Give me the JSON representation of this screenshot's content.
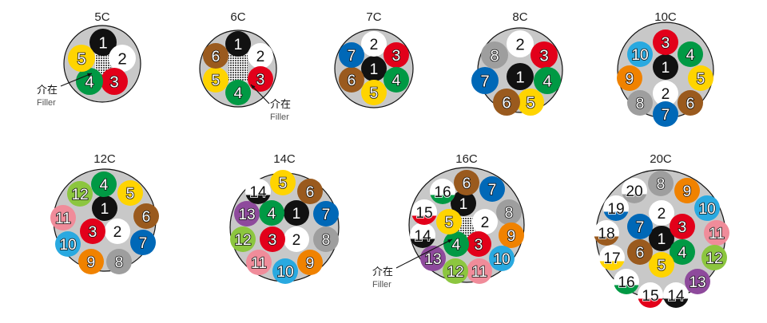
{
  "colors": {
    "sheath": "#c8c8c8",
    "outline": "#111111",
    "black": "#111111",
    "white": "#ffffff",
    "red": "#e2001a",
    "green": "#009944",
    "yellow": "#ffd400",
    "brown": "#9a5a1e",
    "blue": "#0068b7",
    "gray": "#9e9e9e",
    "orange": "#f08200",
    "lightgreen": "#8cc63f",
    "pink": "#f08c9a",
    "skyblue": "#29a9e0",
    "purple": "#8e4a9c",
    "filler": "#555555"
  },
  "filler_label": {
    "jp": "介在",
    "en": "Filler"
  },
  "cables": [
    {
      "title": "5C",
      "cores": [
        {
          "n": "1",
          "c": "black"
        },
        {
          "n": "2",
          "c": "white"
        },
        {
          "n": "3",
          "c": "red"
        },
        {
          "n": "4",
          "c": "green"
        },
        {
          "n": "5",
          "c": "yellow"
        }
      ]
    },
    {
      "title": "6C",
      "cores": [
        {
          "n": "1",
          "c": "black"
        },
        {
          "n": "2",
          "c": "white"
        },
        {
          "n": "3",
          "c": "red"
        },
        {
          "n": "4",
          "c": "green"
        },
        {
          "n": "5",
          "c": "yellow"
        },
        {
          "n": "6",
          "c": "brown"
        }
      ]
    },
    {
      "title": "7C",
      "cores": [
        {
          "n": "1",
          "c": "black"
        },
        {
          "n": "2",
          "c": "white"
        },
        {
          "n": "3",
          "c": "red"
        },
        {
          "n": "4",
          "c": "green"
        },
        {
          "n": "5",
          "c": "yellow"
        },
        {
          "n": "6",
          "c": "brown"
        },
        {
          "n": "7",
          "c": "blue"
        }
      ]
    },
    {
      "title": "8C",
      "cores": [
        {
          "n": "1",
          "c": "black"
        },
        {
          "n": "2",
          "c": "white"
        },
        {
          "n": "3",
          "c": "red"
        },
        {
          "n": "4",
          "c": "green"
        },
        {
          "n": "5",
          "c": "yellow"
        },
        {
          "n": "6",
          "c": "brown"
        },
        {
          "n": "7",
          "c": "blue"
        },
        {
          "n": "8",
          "c": "gray"
        }
      ]
    },
    {
      "title": "10C",
      "cores": [
        {
          "n": "1",
          "c": "black"
        },
        {
          "n": "2",
          "c": "white"
        },
        {
          "n": "3",
          "c": "red"
        },
        {
          "n": "4",
          "c": "green"
        },
        {
          "n": "5",
          "c": "yellow"
        },
        {
          "n": "6",
          "c": "brown"
        },
        {
          "n": "7",
          "c": "blue"
        },
        {
          "n": "8",
          "c": "gray"
        },
        {
          "n": "9",
          "c": "orange"
        },
        {
          "n": "10",
          "c": "skyblue"
        }
      ]
    },
    {
      "title": "12C",
      "cores": [
        {
          "n": "1",
          "c": "black"
        },
        {
          "n": "2",
          "c": "white"
        },
        {
          "n": "3",
          "c": "red"
        },
        {
          "n": "4",
          "c": "green"
        },
        {
          "n": "5",
          "c": "yellow"
        },
        {
          "n": "6",
          "c": "brown"
        },
        {
          "n": "7",
          "c": "blue"
        },
        {
          "n": "8",
          "c": "gray"
        },
        {
          "n": "9",
          "c": "orange"
        },
        {
          "n": "10",
          "c": "skyblue"
        },
        {
          "n": "11",
          "c": "pink"
        },
        {
          "n": "12",
          "c": "lightgreen"
        }
      ]
    },
    {
      "title": "14C",
      "cores": [
        {
          "n": "1",
          "c": "black"
        },
        {
          "n": "2",
          "c": "white"
        },
        {
          "n": "3",
          "c": "red"
        },
        {
          "n": "4",
          "c": "green"
        },
        {
          "n": "5",
          "c": "yellow"
        },
        {
          "n": "6",
          "c": "brown"
        },
        {
          "n": "7",
          "c": "blue"
        },
        {
          "n": "8",
          "c": "gray"
        },
        {
          "n": "9",
          "c": "orange"
        },
        {
          "n": "10",
          "c": "skyblue"
        },
        {
          "n": "11",
          "c": "pink"
        },
        {
          "n": "12",
          "c": "lightgreen"
        },
        {
          "n": "13",
          "c": "purple"
        },
        {
          "n": "14",
          "c": "white-black"
        }
      ]
    },
    {
      "title": "16C",
      "cores": [
        {
          "n": "1",
          "c": "black"
        },
        {
          "n": "2",
          "c": "white"
        },
        {
          "n": "3",
          "c": "red"
        },
        {
          "n": "4",
          "c": "green"
        },
        {
          "n": "5",
          "c": "yellow"
        },
        {
          "n": "6",
          "c": "brown"
        },
        {
          "n": "7",
          "c": "blue"
        },
        {
          "n": "8",
          "c": "gray"
        },
        {
          "n": "9",
          "c": "orange"
        },
        {
          "n": "10",
          "c": "skyblue"
        },
        {
          "n": "11",
          "c": "pink"
        },
        {
          "n": "12",
          "c": "lightgreen"
        },
        {
          "n": "13",
          "c": "purple"
        },
        {
          "n": "14",
          "c": "white-black"
        },
        {
          "n": "15",
          "c": "white-red"
        },
        {
          "n": "16",
          "c": "white-green"
        }
      ]
    },
    {
      "title": "20C",
      "cores": [
        {
          "n": "1",
          "c": "black"
        },
        {
          "n": "2",
          "c": "white"
        },
        {
          "n": "3",
          "c": "red"
        },
        {
          "n": "4",
          "c": "green"
        },
        {
          "n": "5",
          "c": "yellow"
        },
        {
          "n": "6",
          "c": "brown"
        },
        {
          "n": "7",
          "c": "blue"
        },
        {
          "n": "8",
          "c": "gray"
        },
        {
          "n": "9",
          "c": "orange"
        },
        {
          "n": "10",
          "c": "skyblue"
        },
        {
          "n": "11",
          "c": "pink"
        },
        {
          "n": "12",
          "c": "lightgreen"
        },
        {
          "n": "13",
          "c": "purple"
        },
        {
          "n": "14",
          "c": "white-black"
        },
        {
          "n": "15",
          "c": "white-red"
        },
        {
          "n": "16",
          "c": "white-green"
        },
        {
          "n": "17",
          "c": "white-yellow"
        },
        {
          "n": "18",
          "c": "white-brown"
        },
        {
          "n": "19",
          "c": "white-blue"
        },
        {
          "n": "20",
          "c": "white-gray"
        }
      ]
    }
  ]
}
